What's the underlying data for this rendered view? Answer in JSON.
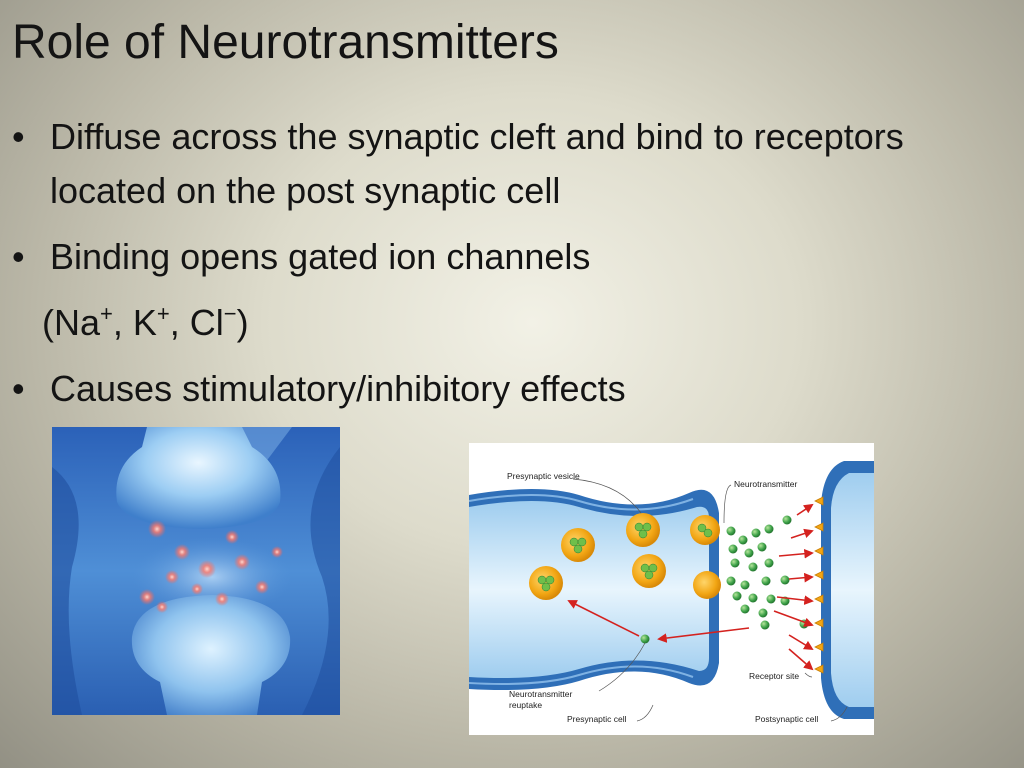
{
  "slide": {
    "title": "Role of Neurotransmitters",
    "bullets": [
      "Diffuse across the synaptic cleft and bind to receptors located on the post synaptic cell",
      "Binding opens gated ion channels",
      "Causes stimulatory/inhibitory effects"
    ],
    "ions": {
      "open": "(Na",
      "na_charge": "+",
      "sep1": ", K",
      "k_charge": "+",
      "sep2": ", Cl",
      "cl_charge": "−",
      "close": ")"
    },
    "bullet_symbol": "•"
  },
  "diagram": {
    "presynaptic_vesicle": "Presynaptic vesicle",
    "neurotransmitter": "Neurotransmitter",
    "receptor_site": "Receptor site",
    "reuptake_line1": "Neurotransmitter",
    "reuptake_line2": "reuptake",
    "presynaptic_cell": "Presynaptic cell",
    "postsynaptic_cell": "Postsynaptic cell"
  },
  "colors": {
    "membrane_blue": "#3f7fc6",
    "cytoplasm_blue": "#cfe6f7",
    "vesicle_orange": "#f2a614",
    "transmitter_green": "#3fa34a",
    "arrow_red": "#d4221f"
  }
}
